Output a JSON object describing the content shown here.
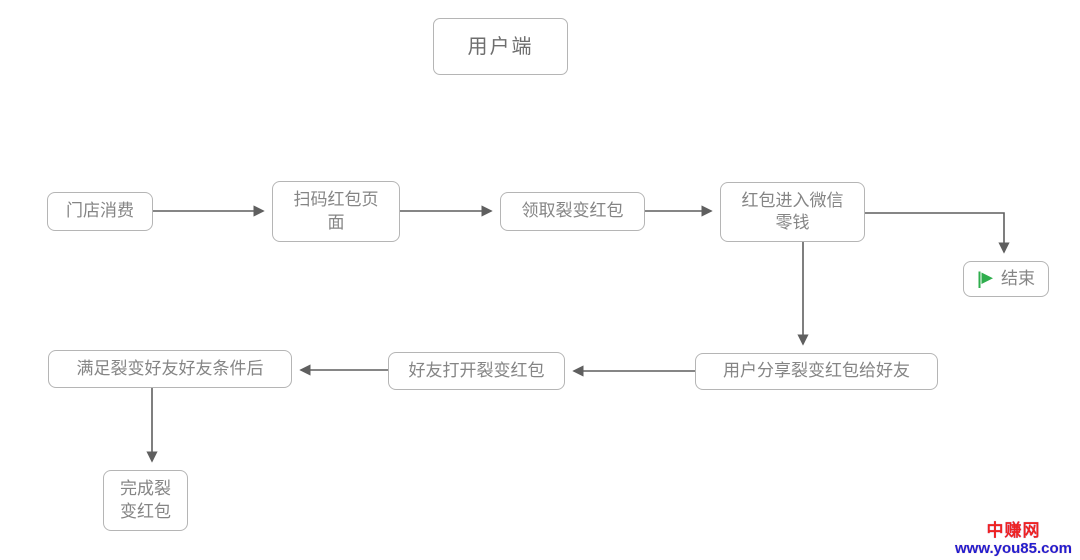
{
  "diagram": {
    "title_node": {
      "label": "用户端"
    },
    "nodes": {
      "store": {
        "label": "门店消费"
      },
      "scan": {
        "label": "扫码红包页\n面"
      },
      "receive": {
        "label": "领取裂变红包"
      },
      "wallet": {
        "label": "红包进入微信\n零钱"
      },
      "end": {
        "label": "结束"
      },
      "share": {
        "label": "用户分享裂变红包给好友"
      },
      "open": {
        "label": "好友打开裂变红包"
      },
      "condition": {
        "label": "满足裂变好友好友条件后"
      },
      "complete": {
        "label": "完成裂\n变红包"
      }
    },
    "flow_order": [
      "门店消费",
      "扫码红包页面",
      "领取裂变红包",
      "红包进入微信零钱",
      "结束",
      "用户分享裂变红包给好友",
      "好友打开裂变红包",
      "满足裂变好友好友条件后",
      "完成裂变红包"
    ],
    "colors": {
      "node_border": "#b5b5b5",
      "node_text": "#858585",
      "arrow": "#5f5f5f",
      "flag_green": "#2fae4d"
    }
  },
  "watermark": {
    "site_name": "中赚网",
    "site_url": "www.you85.com",
    "name_color": "#ee2222",
    "url_color": "#1f1fd0"
  }
}
